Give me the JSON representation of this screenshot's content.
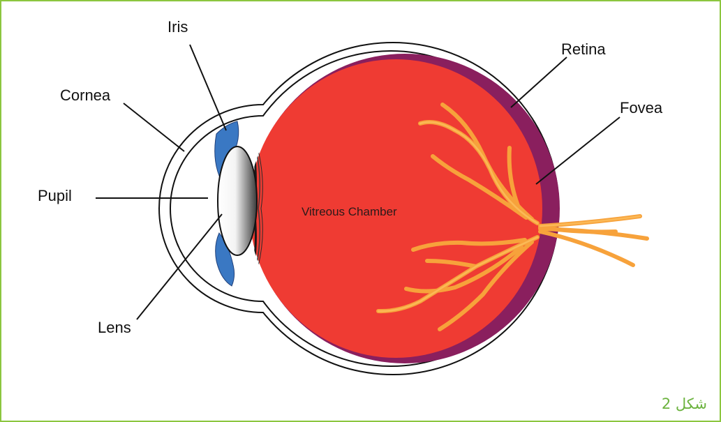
{
  "labels": {
    "iris": "Iris",
    "cornea": "Cornea",
    "pupil": "Pupil",
    "lens": "Lens",
    "retina": "Retina",
    "fovea": "Fovea",
    "vitreous_chamber": "Vitreous Chamber"
  },
  "caption": "شكل 2",
  "colors": {
    "frame_border": "#8cc63f",
    "caption": "#6cb33f",
    "vitreous": "#ef3b33",
    "retina_layer": "#8a1f5e",
    "iris": "#3a78c3",
    "nerve": "#f7a23b",
    "outline": "#111111"
  }
}
